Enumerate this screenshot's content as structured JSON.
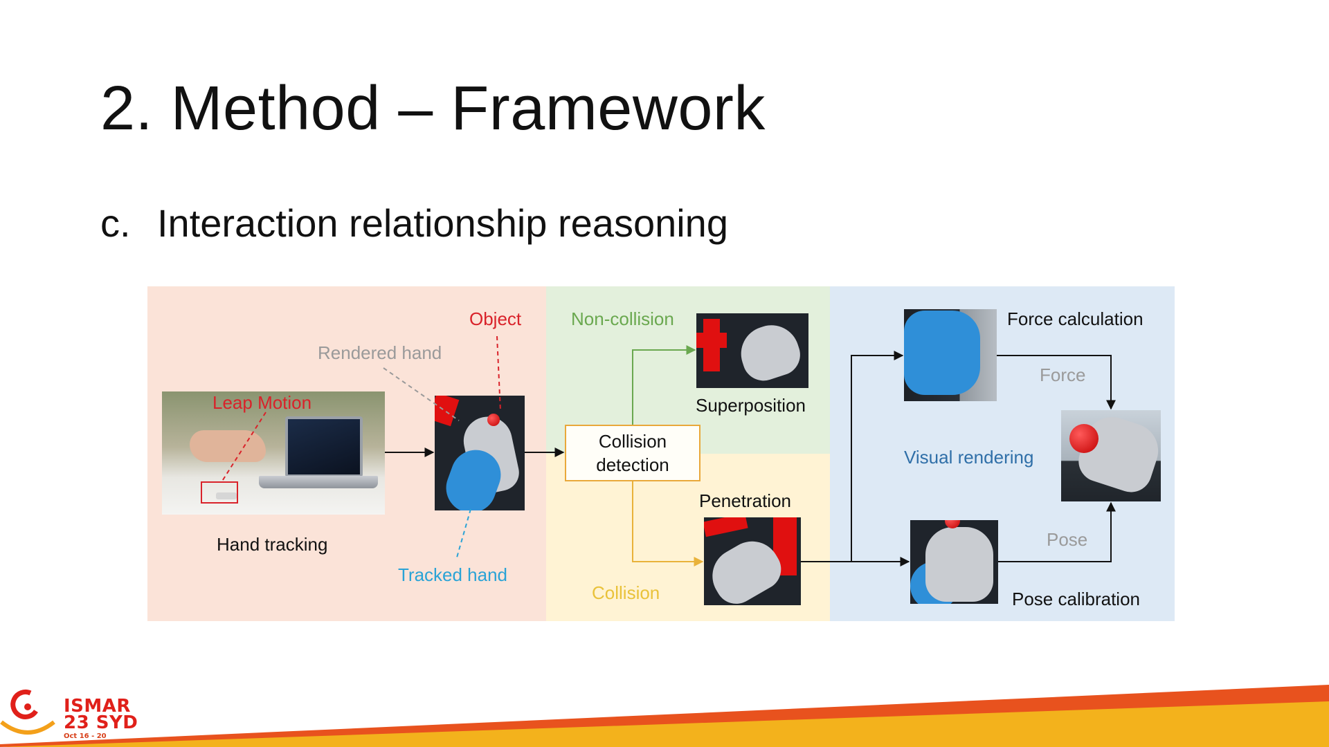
{
  "slide": {
    "title": "2. Method – Framework",
    "subtitle_marker": "c.",
    "subtitle": "Interaction relationship reasoning"
  },
  "diagram": {
    "region_colors": {
      "hand_tracking": "#fbe3d8",
      "non_collision": "#e3f0dc",
      "collision": "#fff3d4",
      "feedback": "#dde9f5"
    },
    "label_colors": {
      "object": "#d9222a",
      "rendered_hand": "#9a9a9a",
      "leap_motion": "#d9222a",
      "tracked_hand": "#2aa3d6",
      "non_collision": "#6aa84f",
      "collision": "#e9c23a",
      "visual_rendering": "#2f6fa8",
      "muted": "#9a9a9a",
      "default": "#111111"
    },
    "labels": {
      "object": "Object",
      "rendered_hand": "Rendered hand",
      "leap_motion": "Leap Motion",
      "hand_tracking": "Hand tracking",
      "tracked_hand": "Tracked hand",
      "non_collision": "Non-collision",
      "superposition": "Superposition",
      "collision_detection_line1": "Collision",
      "collision_detection_line2": "detection",
      "penetration": "Penetration",
      "collision": "Collision",
      "force_calculation": "Force calculation",
      "force": "Force",
      "visual_rendering": "Visual rendering",
      "pose": "Pose",
      "pose_calibration": "Pose calibration"
    }
  },
  "footer": {
    "logo_line1": "ISMAR",
    "logo_line2": "23 SYD",
    "logo_dates": "Oct 16 - 20",
    "brand_color": "#e0201a"
  }
}
